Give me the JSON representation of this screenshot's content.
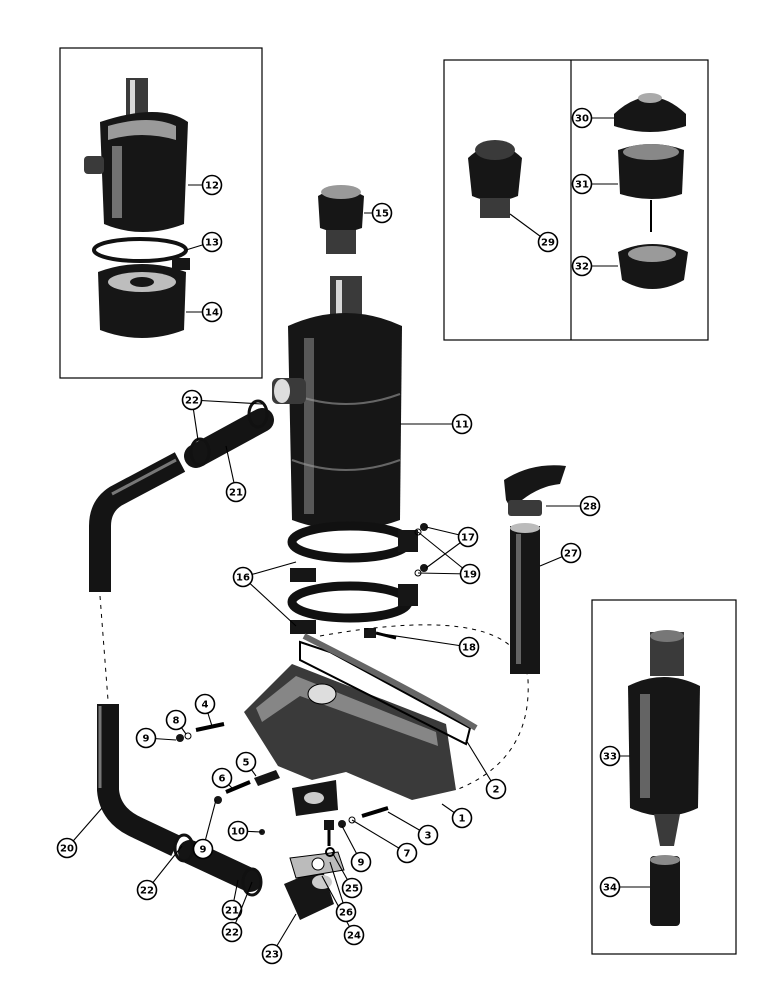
{
  "colors": {
    "ink": "#000000",
    "paper": "#ffffff",
    "metal_dark": "#161616",
    "metal_light": "#9a9a9a"
  },
  "callouts": [
    {
      "label": "1"
    },
    {
      "label": "2"
    },
    {
      "label": "3"
    },
    {
      "label": "4"
    },
    {
      "label": "5"
    },
    {
      "label": "6"
    },
    {
      "label": "7"
    },
    {
      "label": "8"
    },
    {
      "label": "9"
    },
    {
      "label": "9"
    },
    {
      "label": "9"
    },
    {
      "label": "10"
    },
    {
      "label": "11"
    },
    {
      "label": "12"
    },
    {
      "label": "13"
    },
    {
      "label": "14"
    },
    {
      "label": "15"
    },
    {
      "label": "16"
    },
    {
      "label": "17"
    },
    {
      "label": "18"
    },
    {
      "label": "19"
    },
    {
      "label": "20"
    },
    {
      "label": "21"
    },
    {
      "label": "21"
    },
    {
      "label": "22"
    },
    {
      "label": "22"
    },
    {
      "label": "22"
    },
    {
      "label": "23"
    },
    {
      "label": "24"
    },
    {
      "label": "25"
    },
    {
      "label": "26"
    },
    {
      "label": "27"
    },
    {
      "label": "28"
    },
    {
      "label": "29"
    },
    {
      "label": "30"
    },
    {
      "label": "31"
    },
    {
      "label": "32"
    },
    {
      "label": "33"
    },
    {
      "label": "34"
    }
  ]
}
